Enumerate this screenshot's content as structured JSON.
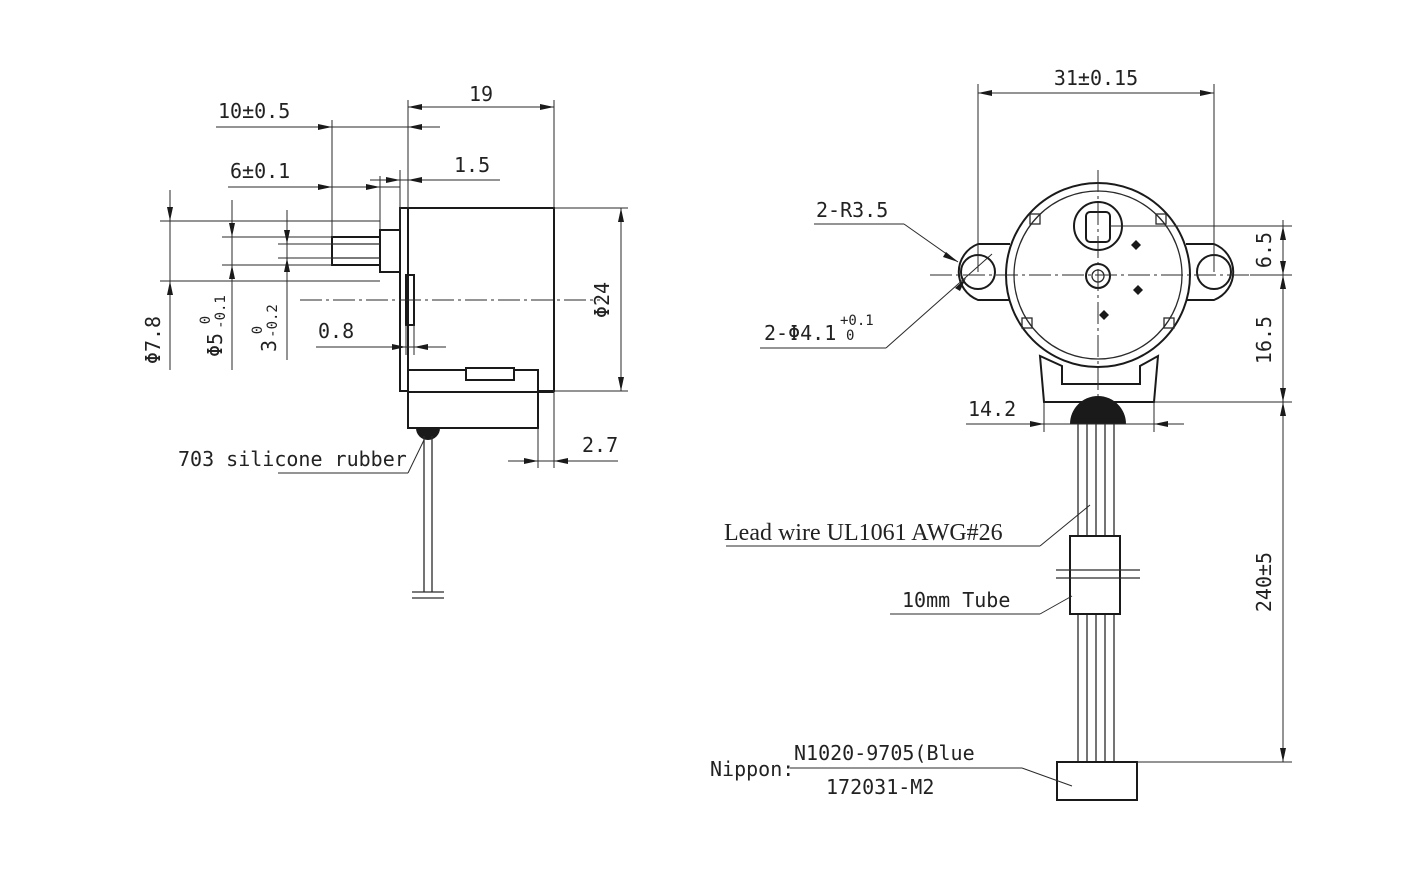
{
  "side_view": {
    "dim_overall_length": "19",
    "dim_shaft_length": "10±0.5",
    "dim_flat_length": "6±0.1",
    "dim_boss_height": "1.5",
    "dim_body_diameter": "Φ24",
    "dim_boss_diameter": "Φ7.8",
    "dim_shaft_diameter": "Φ5",
    "dim_shaft_tol_upper": "0",
    "dim_shaft_tol_lower": "-0.1",
    "dim_flat_width": "3",
    "dim_flat_tol_upper": "0",
    "dim_flat_tol_lower": "-0.2",
    "dim_flange_thickness": "0.8",
    "dim_offset": "2.7",
    "label_rubber": "703 silicone rubber"
  },
  "front_view": {
    "dim_mount_spacing": "31±0.15",
    "dim_mount_radius": "2-R3.5",
    "dim_mount_hole": "2-Φ4.1",
    "dim_mount_hole_tol_upper": "+0.1",
    "dim_mount_hole_tol_lower": "0",
    "dim_shaft_offset": "6.5",
    "dim_center_to_bottom": "16.5",
    "dim_wire_exit_width": "14.2",
    "dim_lead_length": "240±5",
    "label_lead_wire": "Lead wire UL1061  AWG#26",
    "label_tube": "10mm Tube",
    "label_connector_maker": "Nippon:",
    "label_connector_part": "N1020-9705(Blue",
    "label_connector_housing": "172031-M2"
  }
}
